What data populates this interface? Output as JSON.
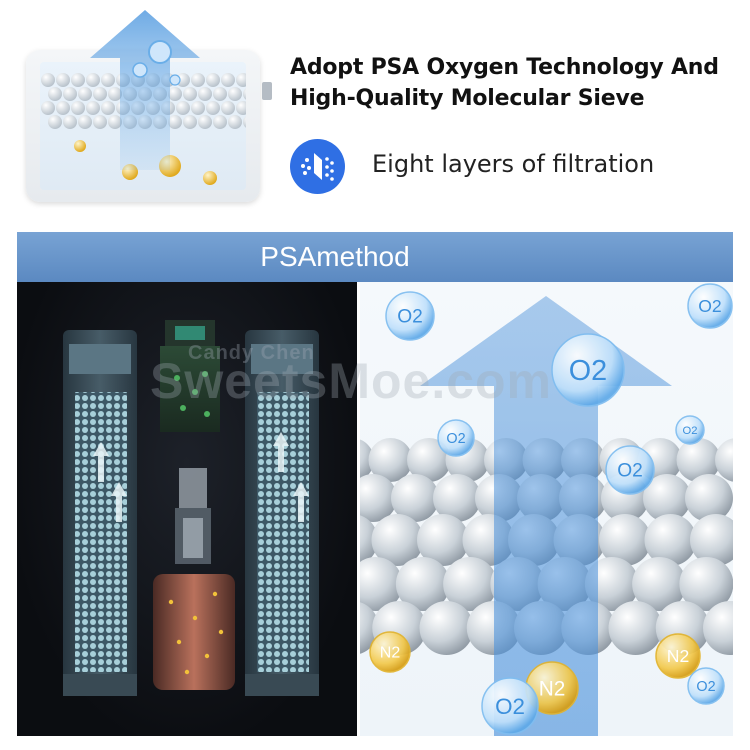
{
  "headline": {
    "line1": "Adopt PSA Oxygen Technology And",
    "line2": "High-Quality Molecular Sieve"
  },
  "feature": {
    "icon": "filter-layers-icon",
    "label": "Eight layers of filtration"
  },
  "banner": {
    "title": "PSAmethod"
  },
  "molecules": {
    "oxygen": "O2",
    "nitrogen": "N2"
  },
  "watermark": {
    "small": "Candy Chen",
    "big": "SweetsMoe.com"
  },
  "colors": {
    "accent_blue": "#2f6fe4",
    "banner_blue": "#6a97cb",
    "dark_panel": "#12151b",
    "nitrogen_gold": "#f2c23a"
  }
}
